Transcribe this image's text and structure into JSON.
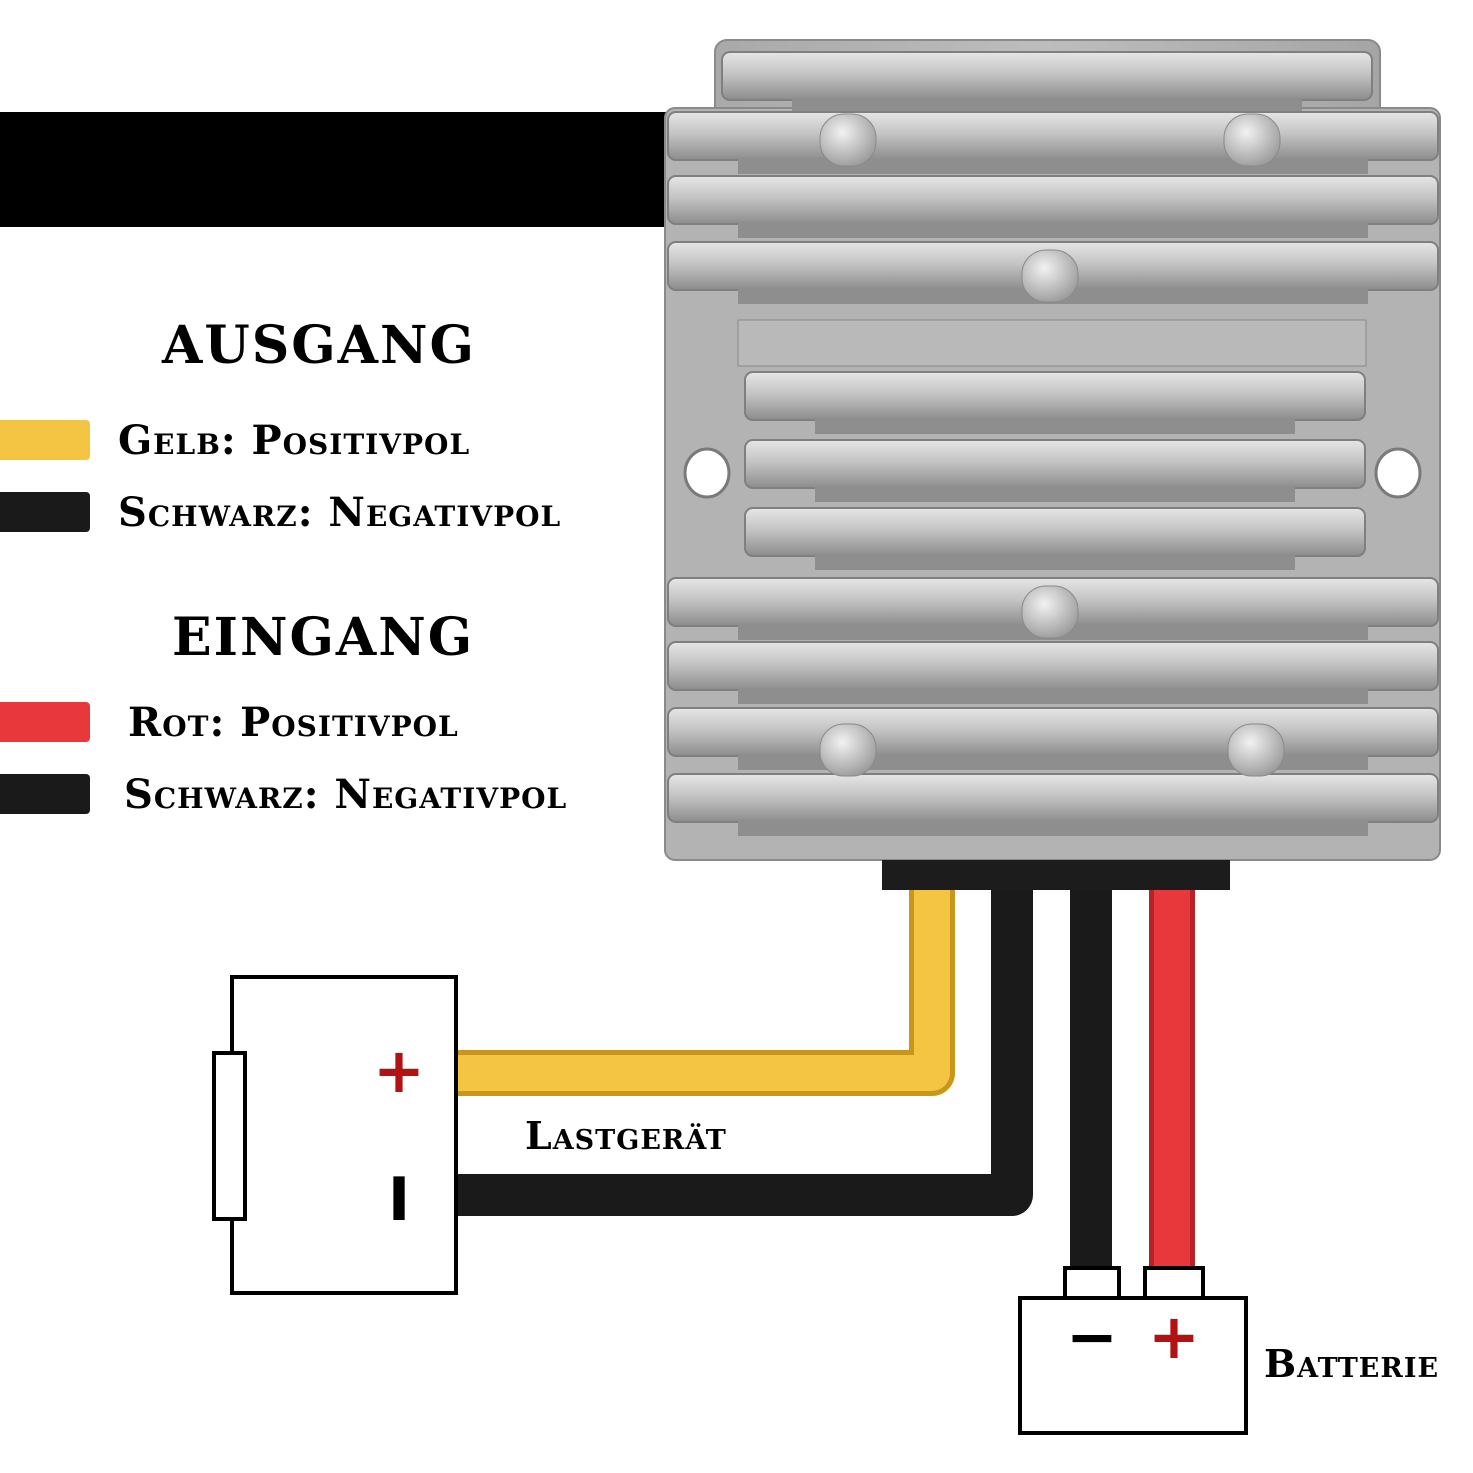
{
  "title": "Verbindung",
  "output": {
    "heading": "AUSGANG",
    "items": [
      {
        "label": "Gelb: Positivpol",
        "color": "#f4c542"
      },
      {
        "label": "Schwarz: Negativpol",
        "color": "#1a1a1a"
      }
    ]
  },
  "input": {
    "heading": "EINGANG",
    "items": [
      {
        "label": "Rot: Positivpol",
        "color": "#e8383b"
      },
      {
        "label": "Schwarz: Negativpol",
        "color": "#1a1a1a"
      }
    ]
  },
  "load": {
    "label": "Lastgerät",
    "plus": "+",
    "minus": "I"
  },
  "battery": {
    "label": "Batterie",
    "plus": "+",
    "minus": "−"
  },
  "colors": {
    "yellow": "#f4c542",
    "red": "#e8383b",
    "black": "#1a1a1a",
    "sign_red": "#b31212",
    "metal": "#bcbcbc"
  }
}
